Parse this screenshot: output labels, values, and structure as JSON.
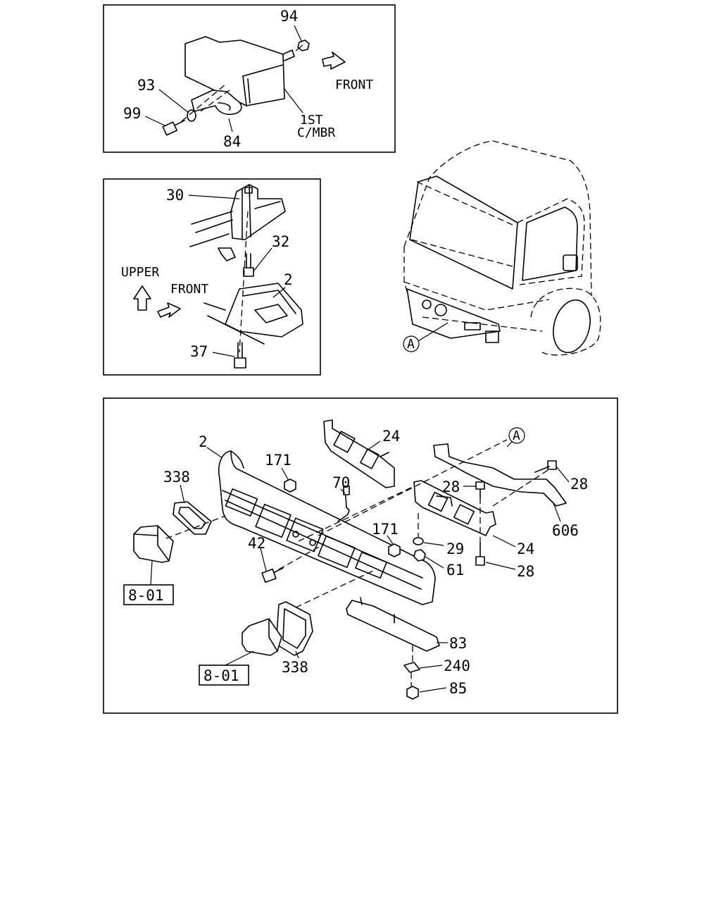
{
  "panel1": {
    "callouts": [
      "94",
      "93",
      "99",
      "84"
    ],
    "front": "FRONT",
    "member_line1": "1ST",
    "member_line2": "C/MBR"
  },
  "panel2": {
    "callouts": [
      "30",
      "32",
      "2",
      "37"
    ],
    "upper": "UPPER",
    "front": "FRONT"
  },
  "truck": {
    "ref": "A"
  },
  "panel3": {
    "ref": "A",
    "callouts": [
      "2",
      "24",
      "171",
      "338",
      "70",
      "28",
      "28",
      "606",
      "171",
      "42",
      "29",
      "24",
      "61",
      "28",
      "83",
      "240",
      "85",
      "338"
    ],
    "boxed_refs": [
      "8-01",
      "8-01"
    ]
  }
}
